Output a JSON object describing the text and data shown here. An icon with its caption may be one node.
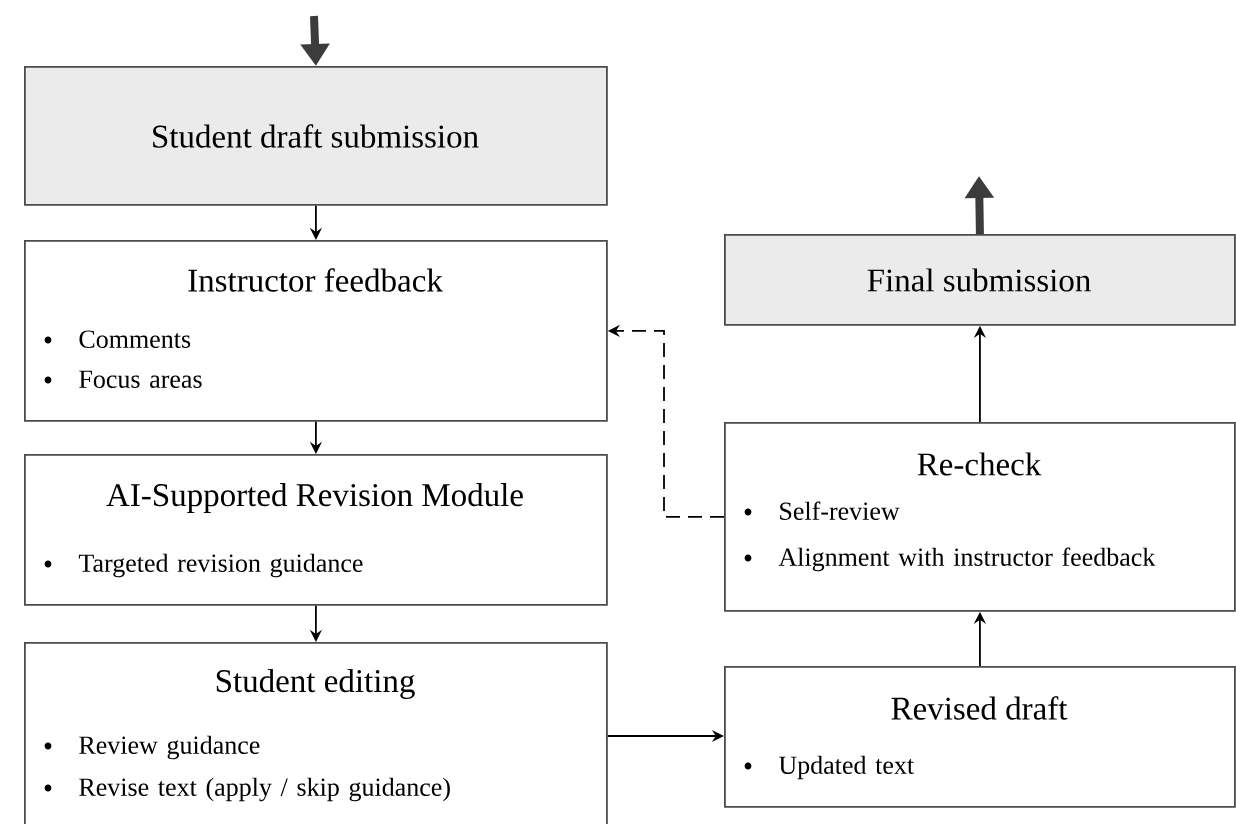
{
  "diagram": {
    "nodes": [
      {
        "text": [
          "Student draft submission"
        ]
      },
      {
        "text": [
          "Instructor feedback",
          "Comments",
          "Focus areas"
        ]
      },
      {
        "text": [
          "AI-Supported Revision Module",
          "Targeted revision guidance"
        ]
      },
      {
        "text": [
          "Student editing",
          "Review guidance",
          "Revise text (apply / skip guidance)"
        ]
      },
      {
        "text": [
          "Final submission"
        ]
      },
      {
        "text": [
          "Re-check",
          "Self-review",
          "Alignment with instructor feedback"
        ]
      },
      {
        "text": [
          "Revised draft",
          "Updated text"
        ]
      }
    ],
    "edges": [
      {
        "from": null,
        "to": 0,
        "arrow": "to",
        "style": "thick",
        "color": "#3c3c3c"
      },
      {
        "from": 0,
        "to": 1,
        "arrow": "to"
      },
      {
        "from": 1,
        "to": 2,
        "arrow": "to"
      },
      {
        "from": 2,
        "to": 3,
        "arrow": "to"
      },
      {
        "from": 3,
        "to": 6,
        "arrow": "to"
      },
      {
        "from": 6,
        "to": 5,
        "arrow": "to"
      },
      {
        "from": 5,
        "to": 4,
        "arrow": "to"
      },
      {
        "from": 5,
        "to": 1,
        "arrow": "to",
        "style": "dashed"
      },
      {
        "from": 4,
        "to": null,
        "arrow": "to",
        "style": "thick",
        "color": "#3c3c3c"
      }
    ]
  }
}
